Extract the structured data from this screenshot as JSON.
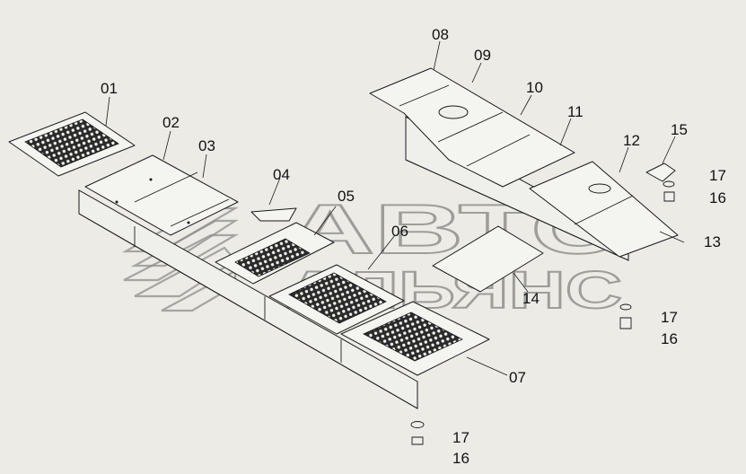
{
  "watermark": {
    "line1": "АВТО",
    "line2": "АЛЬЯНС"
  },
  "callouts": [
    {
      "id": "01",
      "label": "01"
    },
    {
      "id": "02",
      "label": "02"
    },
    {
      "id": "03",
      "label": "03"
    },
    {
      "id": "04",
      "label": "04"
    },
    {
      "id": "05",
      "label": "05"
    },
    {
      "id": "06",
      "label": "06"
    },
    {
      "id": "07",
      "label": "07"
    },
    {
      "id": "08",
      "label": "08"
    },
    {
      "id": "09",
      "label": "09"
    },
    {
      "id": "10",
      "label": "10"
    },
    {
      "id": "11",
      "label": "11"
    },
    {
      "id": "12",
      "label": "12"
    },
    {
      "id": "13",
      "label": "13"
    },
    {
      "id": "14",
      "label": "14"
    },
    {
      "id": "15",
      "label": "15"
    },
    {
      "id": "16a",
      "label": "16"
    },
    {
      "id": "17a",
      "label": "17"
    },
    {
      "id": "16b",
      "label": "16"
    },
    {
      "id": "17b",
      "label": "17"
    },
    {
      "id": "16c",
      "label": "16"
    },
    {
      "id": "17c",
      "label": "17"
    }
  ]
}
